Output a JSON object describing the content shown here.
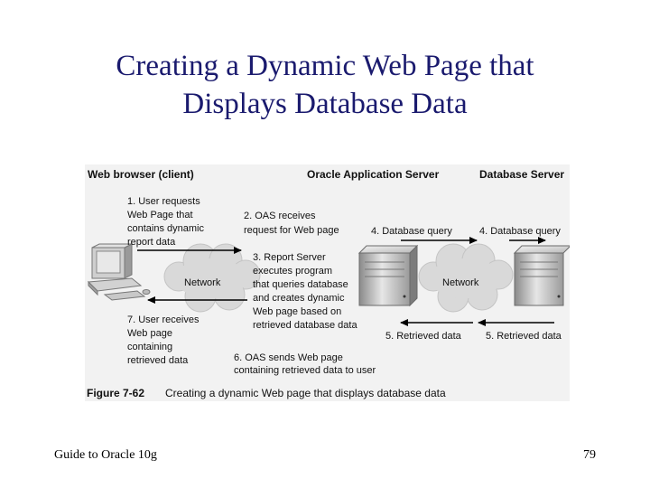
{
  "slide": {
    "title_line1": "Creating a Dynamic Web Page that",
    "title_line2": "Displays Database Data",
    "footer_left": "Guide to Oracle 10g",
    "page_number": "79"
  },
  "figure": {
    "headers": {
      "client": "Web browser (client)",
      "app_server": "Oracle Application Server",
      "db_server": "Database Server"
    },
    "steps": {
      "s1": [
        "1. User requests",
        "Web Page that",
        "contains dynamic",
        "report data"
      ],
      "s2": [
        "2. OAS receives",
        "request for Web page"
      ],
      "s3": [
        "3. Report Server",
        "executes program",
        "that queries database",
        "and creates dynamic",
        "Web page based on",
        "retrieved database data"
      ],
      "s4a": "4. Database query",
      "s4b": "4. Database query",
      "s5a": "5. Retrieved data",
      "s5b": "5. Retrieved data",
      "s6": [
        "6. OAS sends Web page",
        "containing retrieved data to user"
      ],
      "s7": [
        "7. User receives",
        "Web page",
        "containing",
        "retrieved data"
      ]
    },
    "network_left": "Network",
    "network_right": "Network",
    "caption_label": "Figure 7-62",
    "caption_text": "Creating a dynamic Web page that displays database data"
  }
}
